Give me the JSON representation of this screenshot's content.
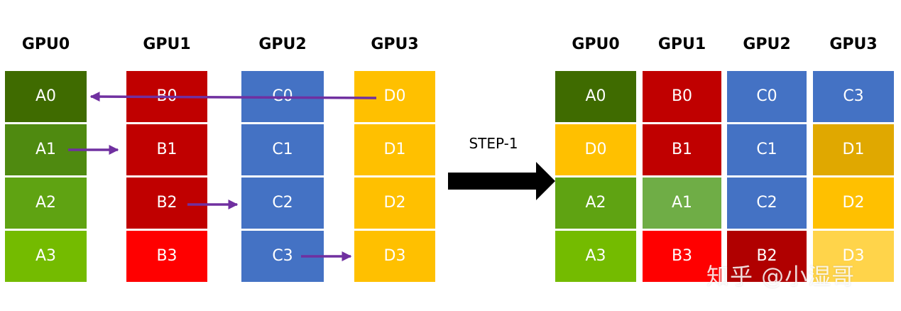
{
  "colors": {
    "A0": "#3f6b00",
    "A1": "#4f8a10",
    "A2": "#5fa312",
    "A3": "#74bb00",
    "B": "#c00000",
    "B3": "#ff0000",
    "B2_after": "#b00000",
    "C": "#4472c4",
    "D": "#ffc000",
    "D1_after": "#e0a800",
    "D3_after": "#ffd44a",
    "A1_after": "#6fad46",
    "arrow": "#7030a0",
    "big_arrow": "#000000"
  },
  "left": {
    "headers": [
      "GPU0",
      "GPU1",
      "GPU2",
      "GPU3"
    ],
    "columns": [
      [
        "A0",
        "A1",
        "A2",
        "A3"
      ],
      [
        "B0",
        "B1",
        "B2",
        "B3"
      ],
      [
        "C0",
        "C1",
        "C2",
        "C3"
      ],
      [
        "D0",
        "D1",
        "D2",
        "D3"
      ]
    ]
  },
  "step_label": "STEP-1",
  "right": {
    "headers": [
      "GPU0",
      "GPU1",
      "GPU2",
      "GPU3"
    ],
    "columns": [
      [
        "A0",
        "D0",
        "A2",
        "A3"
      ],
      [
        "B0",
        "B1",
        "A1",
        "B3"
      ],
      [
        "C0",
        "C1",
        "C2",
        "B2"
      ],
      [
        "C3",
        "D1",
        "D2",
        "D3"
      ]
    ]
  },
  "watermark": "知乎 @小湿哥"
}
